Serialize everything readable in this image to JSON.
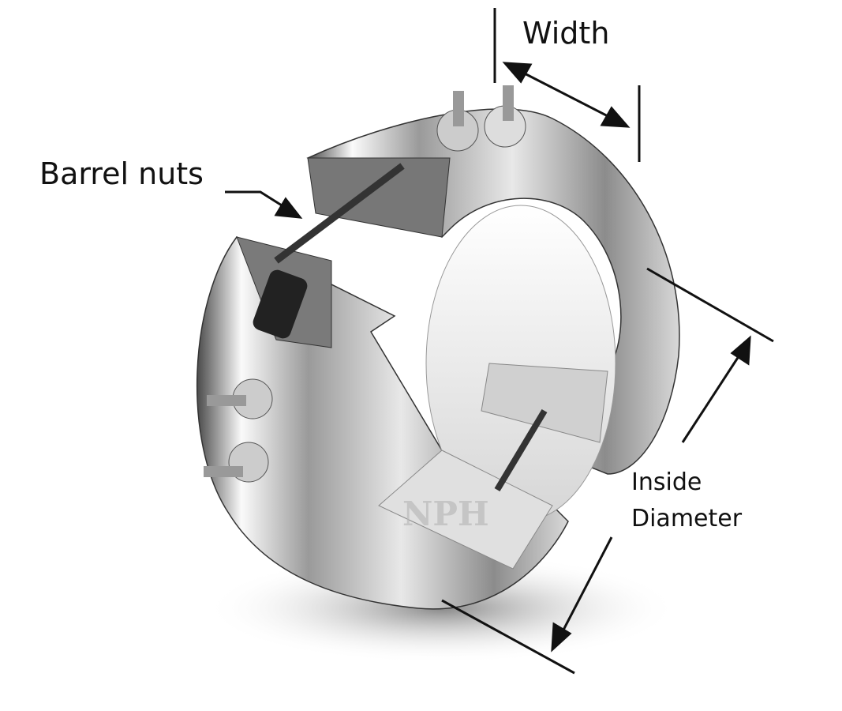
{
  "labels": {
    "width": "Width",
    "barrel_nuts": "Barrel nuts",
    "inside": "Inside",
    "diameter": "Diameter"
  },
  "watermark": "NPH",
  "colors": {
    "line": "#111111",
    "steel_light": "#f2f2f2",
    "steel_dark": "#6e6e6e"
  }
}
